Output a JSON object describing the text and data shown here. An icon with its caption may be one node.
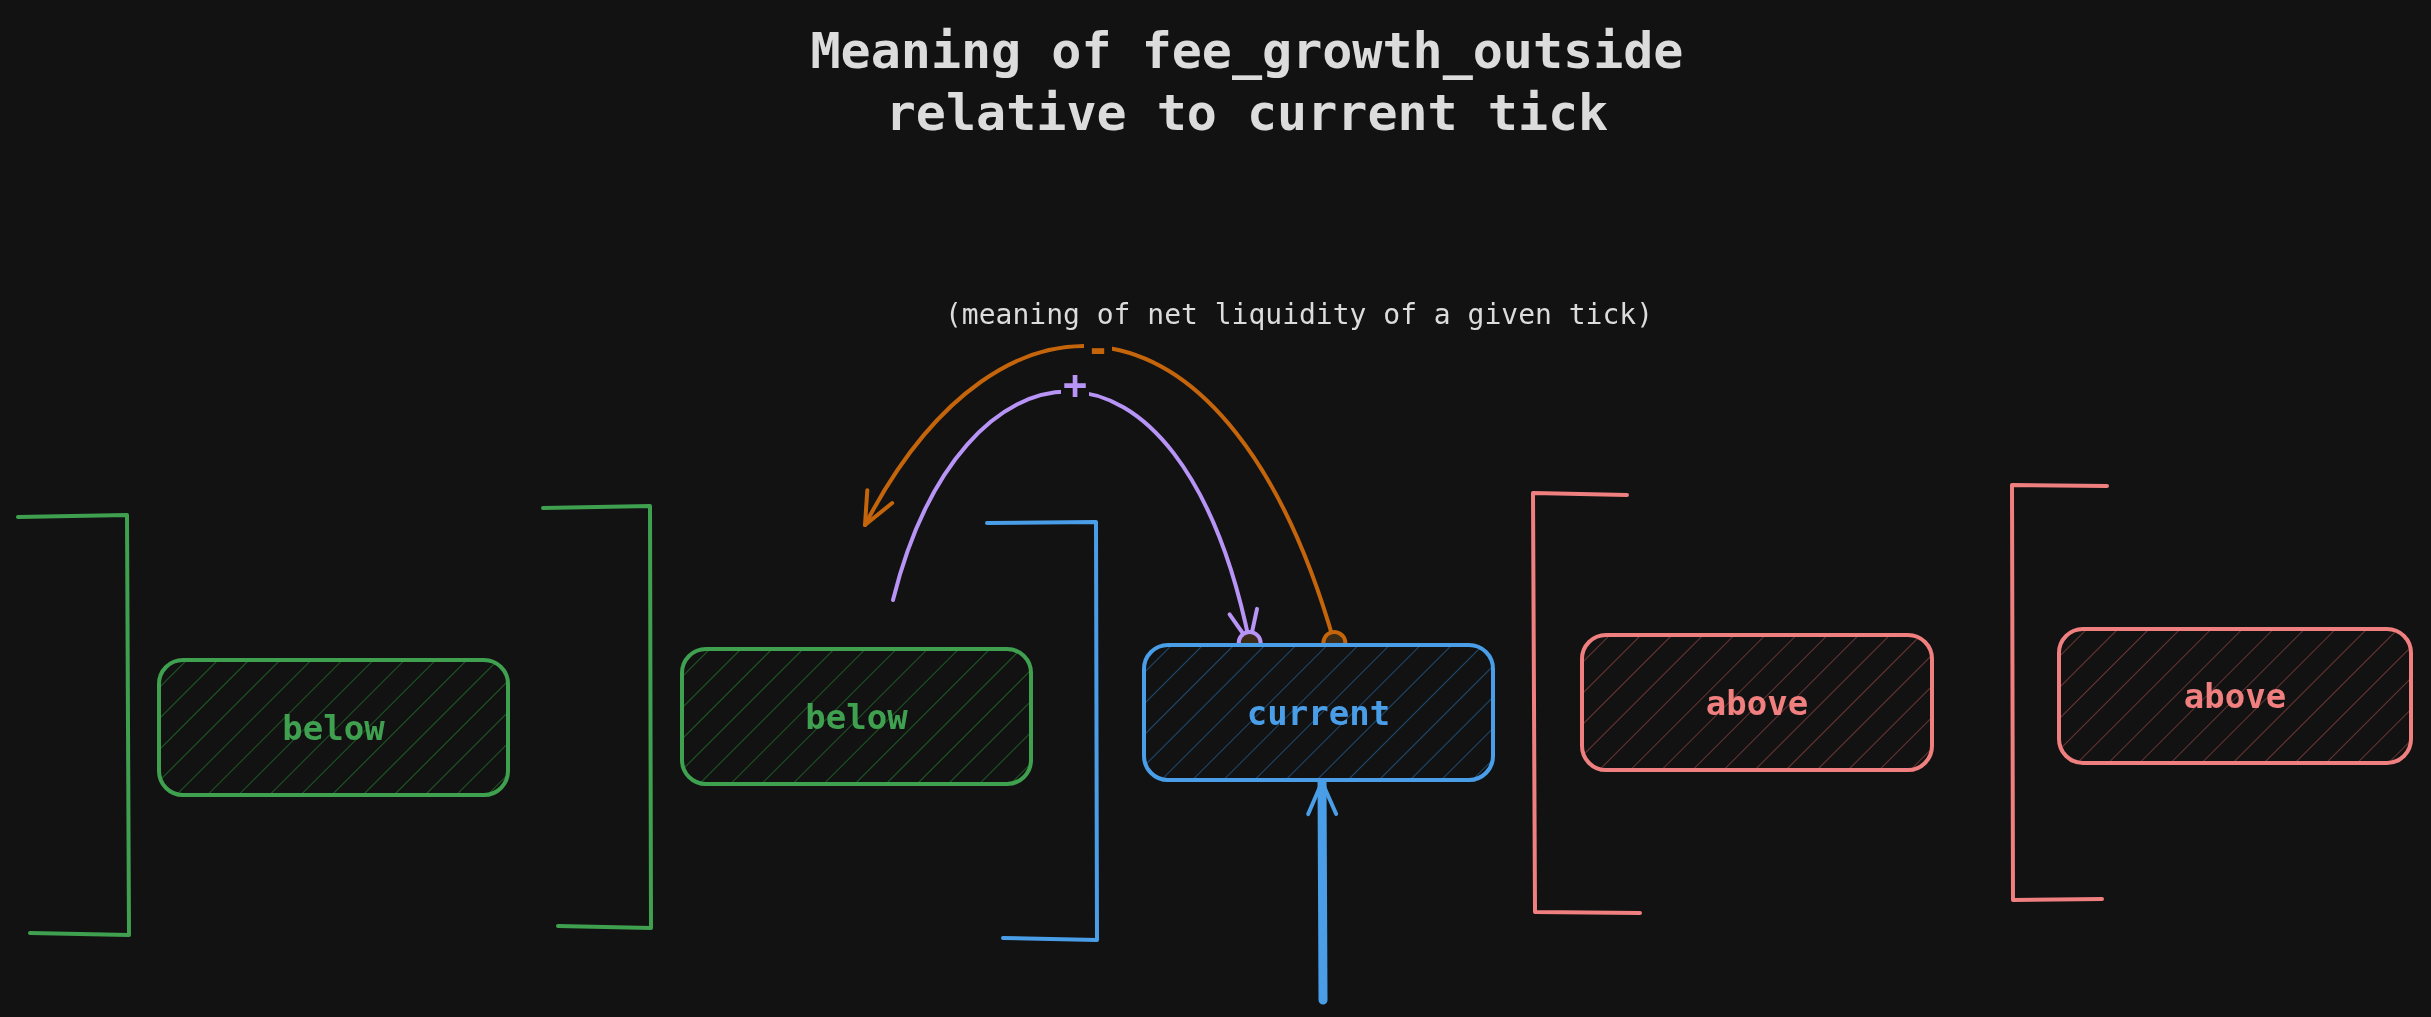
{
  "diagram": {
    "title": "Meaning of fee_growth_outside relative to current tick",
    "nodes": [
      {
        "text": [
          "below"
        ]
      },
      {
        "text": [
          "below"
        ]
      },
      {
        "text": [
          "current"
        ]
      },
      {
        "text": [
          "above"
        ]
      },
      {
        "text": [
          "above"
        ]
      }
    ],
    "edges": [
      {
        "from": null,
        "to": 2,
        "arrow": "to",
        "label": "+",
        "color": "#b794f6"
      },
      {
        "from": 2,
        "to": null,
        "arrow": "to",
        "label": "-",
        "color": "#c4650c"
      },
      {
        "from": null,
        "to": 2,
        "arrow": "to",
        "style": "thick",
        "color": "#4a9ee8"
      }
    ],
    "labels": [
      "(meaning of net liquidity of a given tick)"
    ]
  }
}
